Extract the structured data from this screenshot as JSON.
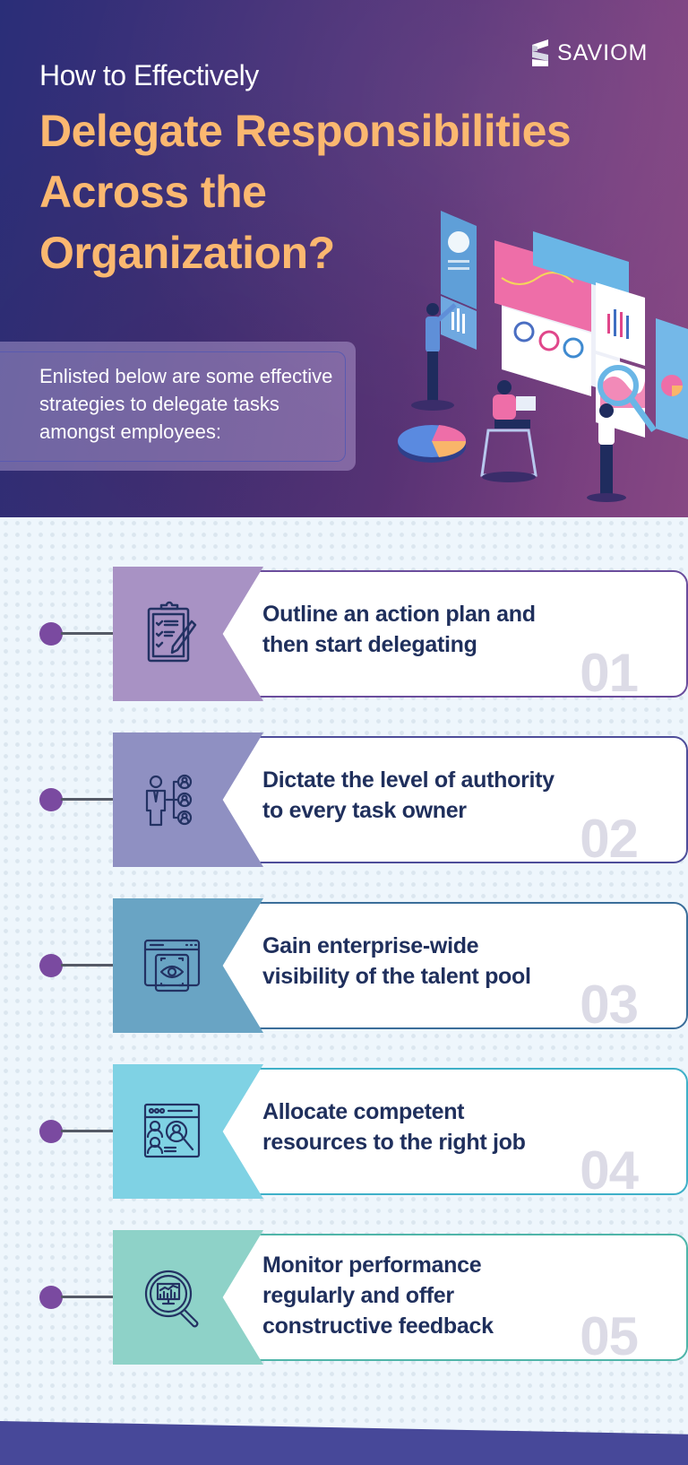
{
  "header": {
    "brand": "SAVIOM",
    "subtitle": "How to Effectively",
    "title_lines": [
      "Delegate Responsibilities",
      "Across the",
      "Organization?"
    ],
    "intro": "Enlisted below are some effective strategies to delegate tasks amongst employees:"
  },
  "colors": {
    "title": "#fbb870",
    "text_dark": "#1f2f5c",
    "dot": "#7a4aa0",
    "footer": "#474899"
  },
  "steps": [
    {
      "number": "01",
      "text": "Outline an action plan and then start delegating",
      "lines": [
        "Outline an action plan and",
        "then start delegating"
      ],
      "icon": "clipboard-checklist-icon",
      "block_color": "#a892c4",
      "border_color": "#6a4c9c"
    },
    {
      "number": "02",
      "text": "Dictate the level of authority to every task owner",
      "lines": [
        "Dictate the level of authority",
        "to every task owner"
      ],
      "icon": "org-hierarchy-icon",
      "block_color": "#8f90c2",
      "border_color": "#4e4d9a"
    },
    {
      "number": "03",
      "text": "Gain enterprise-wide visibility of the talent pool",
      "lines": [
        "Gain enterprise-wide",
        "visibility of the talent pool"
      ],
      "icon": "eye-scan-window-icon",
      "block_color": "#69a4c4",
      "border_color": "#3b6e9a"
    },
    {
      "number": "04",
      "text": "Allocate competent resources to the right job",
      "lines": [
        "Allocate competent",
        "resources to the right job"
      ],
      "icon": "people-search-icon",
      "block_color": "#7fd2e4",
      "border_color": "#3fb0c8"
    },
    {
      "number": "05",
      "text": "Monitor performance regularly and offer constructive feedback",
      "lines": [
        "Monitor performance",
        "regularly and offer",
        "constructive feedback"
      ],
      "icon": "monitor-magnifier-icon",
      "block_color": "#8ed2c8",
      "border_color": "#4fb5a9"
    }
  ]
}
